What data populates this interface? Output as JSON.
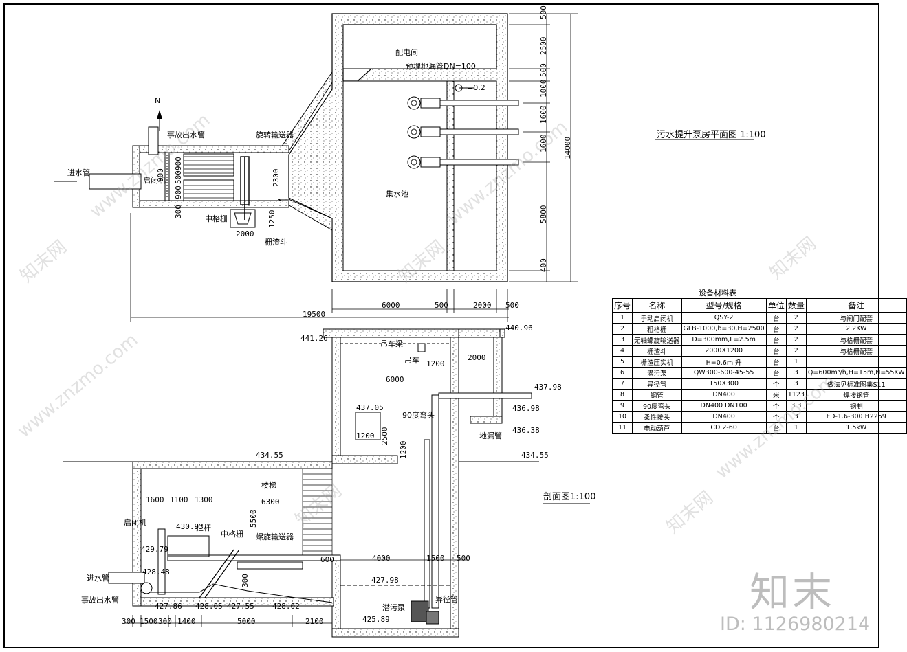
{
  "plan": {
    "title": "污水提升泵房平面图 1:100",
    "labels": {
      "distribution_room": "配电间",
      "embedded_pipe": "预埋地漏管DN=100",
      "slope": "i=0.2",
      "accident_outlet": "事故出水管",
      "conveyor": "旋转输送器",
      "inlet_pipe": "进水管",
      "gate_hoist": "启闭机",
      "mid_screen": "中格栅",
      "slag_hopper": "栅渣斗",
      "collection_pool": "集水池",
      "north": "N"
    },
    "dims": {
      "r1": "500",
      "r2": "2500",
      "r3": "500",
      "r4": "1000",
      "r5": "1600",
      "r6": "1600",
      "r7": "5800",
      "r8": "400",
      "total_h": "14000",
      "b1": "6000",
      "b2": "500",
      "b3": "2000",
      "b4": "500",
      "total_w": "19500",
      "ch1": "900",
      "ch2": "500",
      "ch3": "900",
      "ch4": "900",
      "ch5": "2300",
      "ch6": "300",
      "hopper_w": "2000",
      "hopper_h": "1250"
    }
  },
  "section": {
    "title": "剖面图1:100",
    "labels": {
      "crane_beam": "吊车梁",
      "hoist": "吊车",
      "bend": "90度弯头",
      "floor_drain": "地漏管",
      "stairs": "楼梯",
      "gate_hoist": "启闭机",
      "bars": "拦杆",
      "mid_screen": "中格栅",
      "screw_conveyor": "螺旋输送器",
      "inlet_pipe": "进水管",
      "accident_outlet": "事故出水管",
      "sewage_pump": "潜污泵",
      "reducer": "异径管"
    },
    "elevations": {
      "e1": "441.26",
      "e2": "440.96",
      "e3": "437.98",
      "e4": "436.98",
      "e5": "436.38",
      "e6": "434.55",
      "e7": "434.55",
      "e8": "437.05",
      "e9": "430.93",
      "e10": "429.79",
      "e11": "428.48",
      "e12": "427.98",
      "e13": "427.86",
      "e14": "428.05",
      "e15": "427.55",
      "e16": "428.02",
      "e17": "425.89"
    },
    "dims": {
      "d1200a": "1200",
      "d2000": "2000",
      "d6000": "6000",
      "d1200b": "1200",
      "d2500": "2500",
      "d1200c": "1200",
      "d1600": "1600",
      "d1100": "1100",
      "d1300": "1300",
      "d6300": "6300",
      "d5500": "5500",
      "d600": "600",
      "d4000": "4000",
      "d1500": "1500",
      "d500": "500",
      "d300v": "300",
      "bot300a": "300",
      "bot1500": "1500",
      "bot300b": "300",
      "bot1400": "1400",
      "bot5000": "5000",
      "bot2100": "2100"
    }
  },
  "table": {
    "title": "设备材料表",
    "headers": [
      "序号",
      "名称",
      "型号/规格",
      "单位",
      "数量",
      "备注"
    ],
    "rows": [
      [
        "1",
        "手动启闭机",
        "QSY-2",
        "台",
        "2",
        "与闸门配套"
      ],
      [
        "2",
        "粗格栅",
        "GLB-1000,b=30,H=2500",
        "台",
        "2",
        "2.2KW"
      ],
      [
        "3",
        "无轴螺旋输送器",
        "D=300mm,L=2.5m",
        "台",
        "2",
        "与格栅配套"
      ],
      [
        "4",
        "栅渣斗",
        "2000X1200",
        "台",
        "2",
        "与格栅配套"
      ],
      [
        "5",
        "栅渣压实机",
        "H=0.6m 升",
        "台",
        "1",
        ""
      ],
      [
        "6",
        "潜污泵",
        "QW300-600-45-55",
        "台",
        "3",
        "Q=600m³/h,H=15m,N=55KW"
      ],
      [
        "7",
        "异径管",
        "150X300",
        "个",
        "3",
        "做法见标准图集S11"
      ],
      [
        "8",
        "钢管",
        "DN400",
        "米",
        "1123",
        "焊接钢管"
      ],
      [
        "9",
        "90度弯头",
        "DN400  DN100",
        "个",
        "3  3",
        "钢制"
      ],
      [
        "10",
        "柔性接头",
        "DN400",
        "个",
        "3",
        "FD-1.6-300 H2259"
      ],
      [
        "11",
        "电动葫芦",
        "CD 2-60",
        "台",
        "1",
        "1.5kW"
      ]
    ]
  },
  "watermark": {
    "brand": "知末",
    "id": "ID: 1126980214",
    "site": "www.znzmo.com",
    "cn": "知末网"
  }
}
